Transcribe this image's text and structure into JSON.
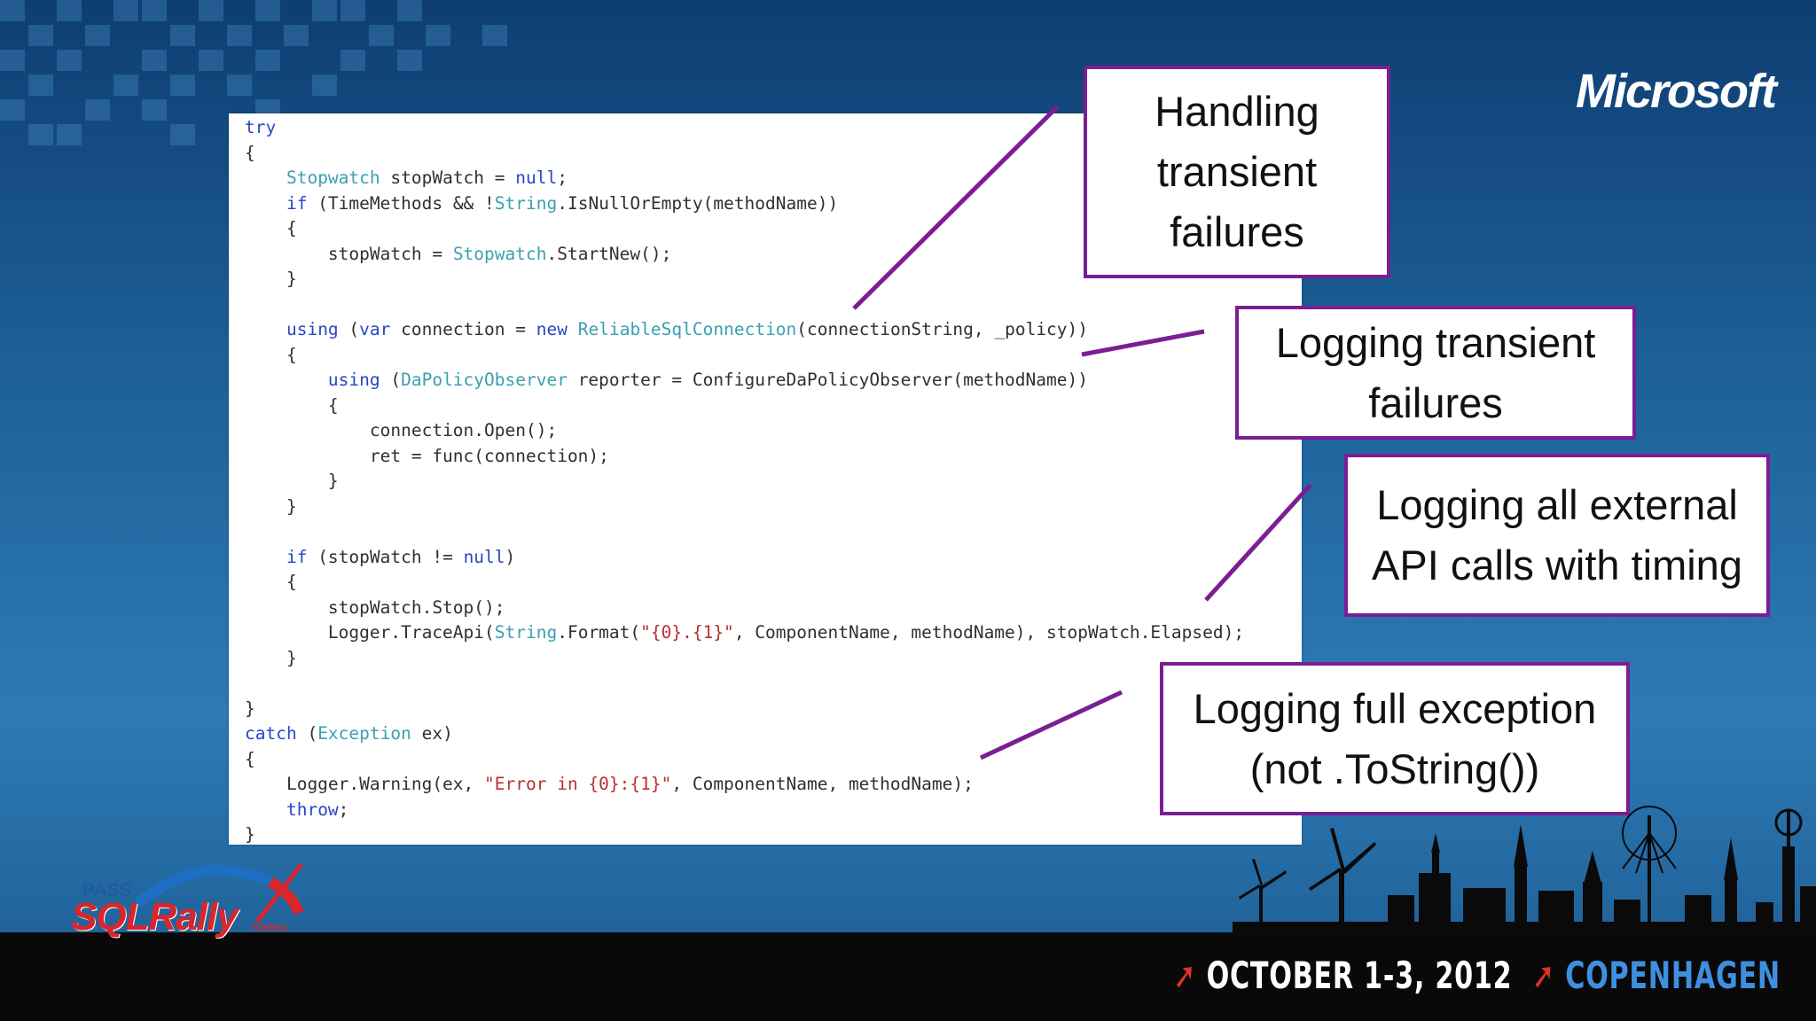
{
  "slide": {
    "brand_logo": "Microsoft",
    "code_lines": [
      [
        {
          "t": "try",
          "c": "kw"
        }
      ],
      [
        {
          "t": "{"
        }
      ],
      [
        {
          "t": "    "
        },
        {
          "t": "Stopwatch",
          "c": "ty"
        },
        {
          "t": " stopWatch = "
        },
        {
          "t": "null",
          "c": "kw"
        },
        {
          "t": ";"
        }
      ],
      [
        {
          "t": "    "
        },
        {
          "t": "if",
          "c": "kw"
        },
        {
          "t": " (TimeMethods && !"
        },
        {
          "t": "String",
          "c": "ty"
        },
        {
          "t": ".IsNullOrEmpty(methodName))"
        }
      ],
      [
        {
          "t": "    {"
        }
      ],
      [
        {
          "t": "        stopWatch = "
        },
        {
          "t": "Stopwatch",
          "c": "ty"
        },
        {
          "t": ".StartNew();"
        }
      ],
      [
        {
          "t": "    }"
        }
      ],
      [
        {
          "t": ""
        }
      ],
      [
        {
          "t": "    "
        },
        {
          "t": "using",
          "c": "kw"
        },
        {
          "t": " ("
        },
        {
          "t": "var",
          "c": "kw"
        },
        {
          "t": " connection = "
        },
        {
          "t": "new",
          "c": "kw"
        },
        {
          "t": " "
        },
        {
          "t": "ReliableSqlConnection",
          "c": "ty"
        },
        {
          "t": "(connectionString, _policy))"
        }
      ],
      [
        {
          "t": "    {"
        }
      ],
      [
        {
          "t": "        "
        },
        {
          "t": "using",
          "c": "kw"
        },
        {
          "t": " ("
        },
        {
          "t": "DaPolicyObserver",
          "c": "ty"
        },
        {
          "t": " reporter = ConfigureDaPolicyObserver(methodName))"
        }
      ],
      [
        {
          "t": "        {"
        }
      ],
      [
        {
          "t": "            connection.Open();"
        }
      ],
      [
        {
          "t": "            ret = func(connection);"
        }
      ],
      [
        {
          "t": "        }"
        }
      ],
      [
        {
          "t": "    }"
        }
      ],
      [
        {
          "t": ""
        }
      ],
      [
        {
          "t": "    "
        },
        {
          "t": "if",
          "c": "kw"
        },
        {
          "t": " (stopWatch != "
        },
        {
          "t": "null",
          "c": "kw"
        },
        {
          "t": ")"
        }
      ],
      [
        {
          "t": "    {"
        }
      ],
      [
        {
          "t": "        stopWatch.Stop();"
        }
      ],
      [
        {
          "t": "        Logger.TraceApi("
        },
        {
          "t": "String",
          "c": "ty"
        },
        {
          "t": ".Format("
        },
        {
          "t": "\"{0}.{1}\"",
          "c": "st"
        },
        {
          "t": ", ComponentName, methodName), stopWatch.Elapsed);"
        }
      ],
      [
        {
          "t": "    }"
        }
      ],
      [
        {
          "t": ""
        }
      ],
      [
        {
          "t": "}"
        }
      ],
      [
        {
          "t": "catch",
          "c": "kw"
        },
        {
          "t": " ("
        },
        {
          "t": "Exception",
          "c": "ty"
        },
        {
          "t": " ex)"
        }
      ],
      [
        {
          "t": "{"
        }
      ],
      [
        {
          "t": "    Logger.Warning(ex, "
        },
        {
          "t": "\"Error in {0}:{1}\"",
          "c": "st"
        },
        {
          "t": ", ComponentName, methodName);"
        }
      ],
      [
        {
          "t": "    "
        },
        {
          "t": "throw",
          "c": "kw"
        },
        {
          "t": ";"
        }
      ],
      [
        {
          "t": "}"
        }
      ]
    ],
    "callouts": [
      {
        "id": "handling",
        "lines": [
          "Handling",
          "transient",
          "failures"
        ]
      },
      {
        "id": "logging-transient",
        "lines": [
          "Logging transient",
          "failures"
        ]
      },
      {
        "id": "logging-api",
        "lines": [
          "Logging all external",
          "API calls with timing"
        ]
      },
      {
        "id": "logging-exception",
        "lines": [
          "Logging full exception",
          "(not .ToString())"
        ]
      }
    ],
    "event_logo": {
      "pass": "PASS",
      "name": "SQLRally",
      "region": "NORDIC"
    },
    "footer": {
      "date": "OCTOBER 1-3, 2012",
      "city": "COPENHAGEN"
    },
    "colors": {
      "callout_border": "#7a1f93",
      "keyword": "#2747c7",
      "type": "#3aa0b2",
      "string": "#b83030",
      "footer_city": "#3f8fe0",
      "footer_arrow": "#e0312b"
    }
  }
}
